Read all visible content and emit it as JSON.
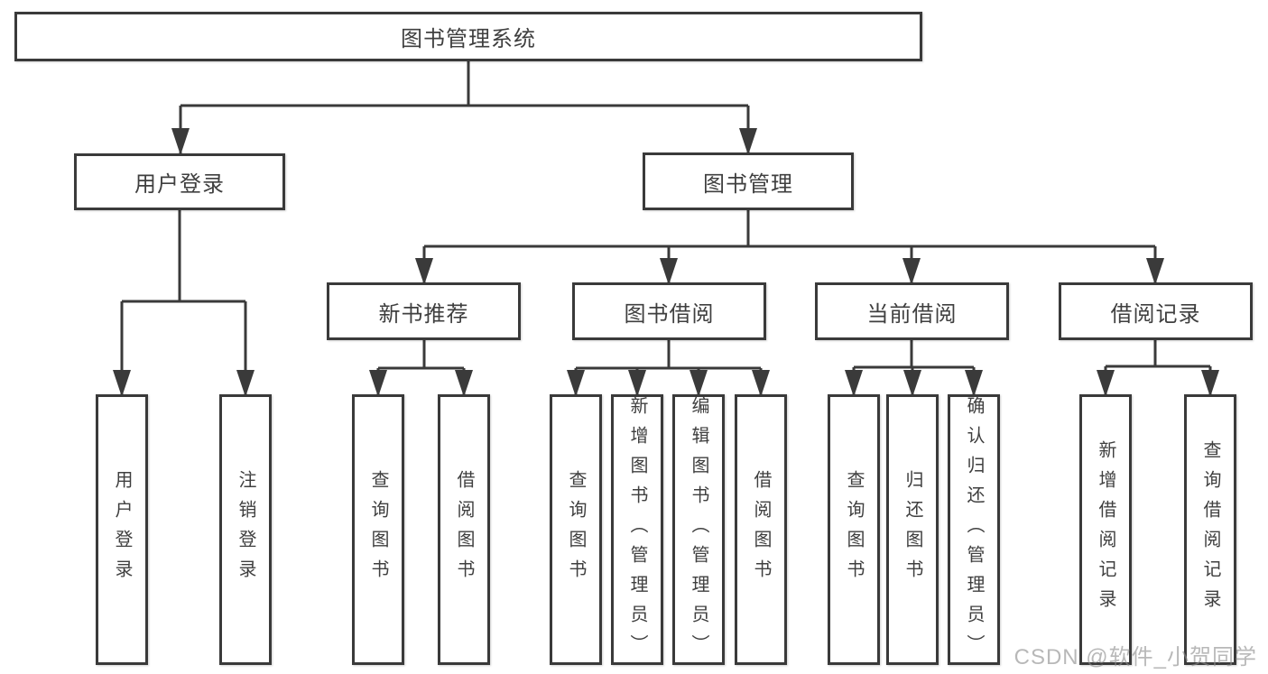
{
  "diagram": {
    "type": "tree",
    "root": {
      "label": "图书管理系统",
      "children": [
        {
          "label": "用户登录",
          "children": [
            {
              "label": "用户登录"
            },
            {
              "label": "注销登录"
            }
          ]
        },
        {
          "label": "图书管理",
          "children": [
            {
              "label": "新书推荐",
              "children": [
                {
                  "label": "查询图书"
                },
                {
                  "label": "借阅图书"
                }
              ]
            },
            {
              "label": "图书借阅",
              "children": [
                {
                  "label": "查询图书"
                },
                {
                  "label": "新增图书（管理员）"
                },
                {
                  "label": "编辑图书（管理员）"
                },
                {
                  "label": "借阅图书"
                }
              ]
            },
            {
              "label": "当前借阅",
              "children": [
                {
                  "label": "查询图书"
                },
                {
                  "label": "归还图书"
                },
                {
                  "label": "确认归还（管理员）"
                }
              ]
            },
            {
              "label": "借阅记录",
              "children": [
                {
                  "label": "新增借阅记录"
                },
                {
                  "label": "查询借阅记录"
                }
              ]
            }
          ]
        }
      ]
    }
  },
  "watermark": {
    "text": "CSDN @软件_小贺同学"
  },
  "colors": {
    "line": "#3a3a3a",
    "text": "#3f3f3f",
    "background": "#ffffff",
    "watermark": "#8c8c8c"
  }
}
